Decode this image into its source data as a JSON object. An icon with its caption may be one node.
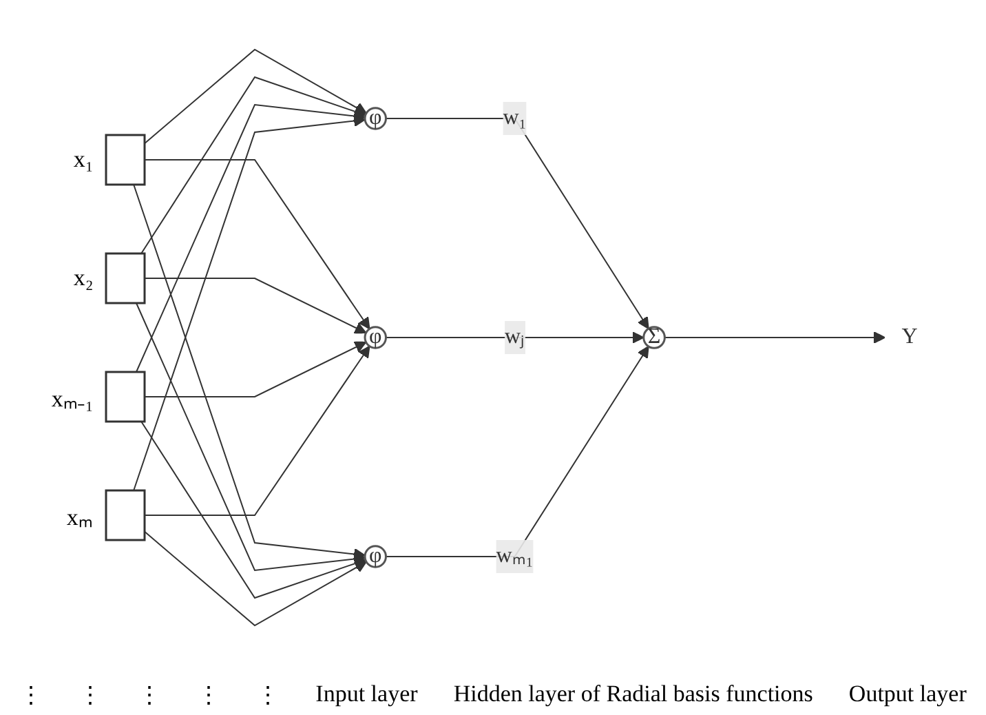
{
  "diagram": {
    "nodes": [
      {
        "text": [],
        "shape": "box",
        "beside": [
          "x₁"
        ]
      },
      {
        "text": [],
        "shape": "box",
        "beside": [
          "x₂"
        ]
      },
      {
        "text": [],
        "shape": "box",
        "beside": [
          "xₘ₋₁"
        ]
      },
      {
        "text": [],
        "shape": "box",
        "beside": [
          "xₘ"
        ]
      },
      {
        "text": [
          "φ"
        ]
      },
      {
        "text": [
          "φ"
        ]
      },
      {
        "text": [
          "φ"
        ]
      },
      {
        "text": [
          "Σ"
        ]
      },
      {
        "text": [
          "Y"
        ]
      }
    ],
    "edges": [
      {
        "from": 0,
        "to": 4,
        "arrow": "to"
      },
      {
        "from": 0,
        "to": 5,
        "arrow": "to"
      },
      {
        "from": 0,
        "to": 6,
        "arrow": "to"
      },
      {
        "from": 1,
        "to": 4,
        "arrow": "to"
      },
      {
        "from": 1,
        "to": 5,
        "arrow": "to"
      },
      {
        "from": 1,
        "to": 6,
        "arrow": "to"
      },
      {
        "from": 2,
        "to": 4,
        "arrow": "to"
      },
      {
        "from": 2,
        "to": 5,
        "arrow": "to"
      },
      {
        "from": 2,
        "to": 6,
        "arrow": "to"
      },
      {
        "from": 3,
        "to": 4,
        "arrow": "to"
      },
      {
        "from": 3,
        "to": 5,
        "arrow": "to"
      },
      {
        "from": 3,
        "to": 6,
        "arrow": "to"
      },
      {
        "from": 4,
        "to": 7,
        "label": "w₁",
        "arrow": "to"
      },
      {
        "from": 5,
        "to": 7,
        "label": "wⱼ",
        "arrow": "to"
      },
      {
        "from": 6,
        "to": 7,
        "label": "wₘ₁",
        "arrow": "to"
      },
      {
        "from": 7,
        "to": 8,
        "arrow": "to"
      }
    ],
    "labels": [
      "⋮",
      "⋮",
      "⋮",
      "⋮",
      "⋮",
      "Input layer",
      "Hidden layer of Radial basis functions",
      "Output layer"
    ]
  }
}
